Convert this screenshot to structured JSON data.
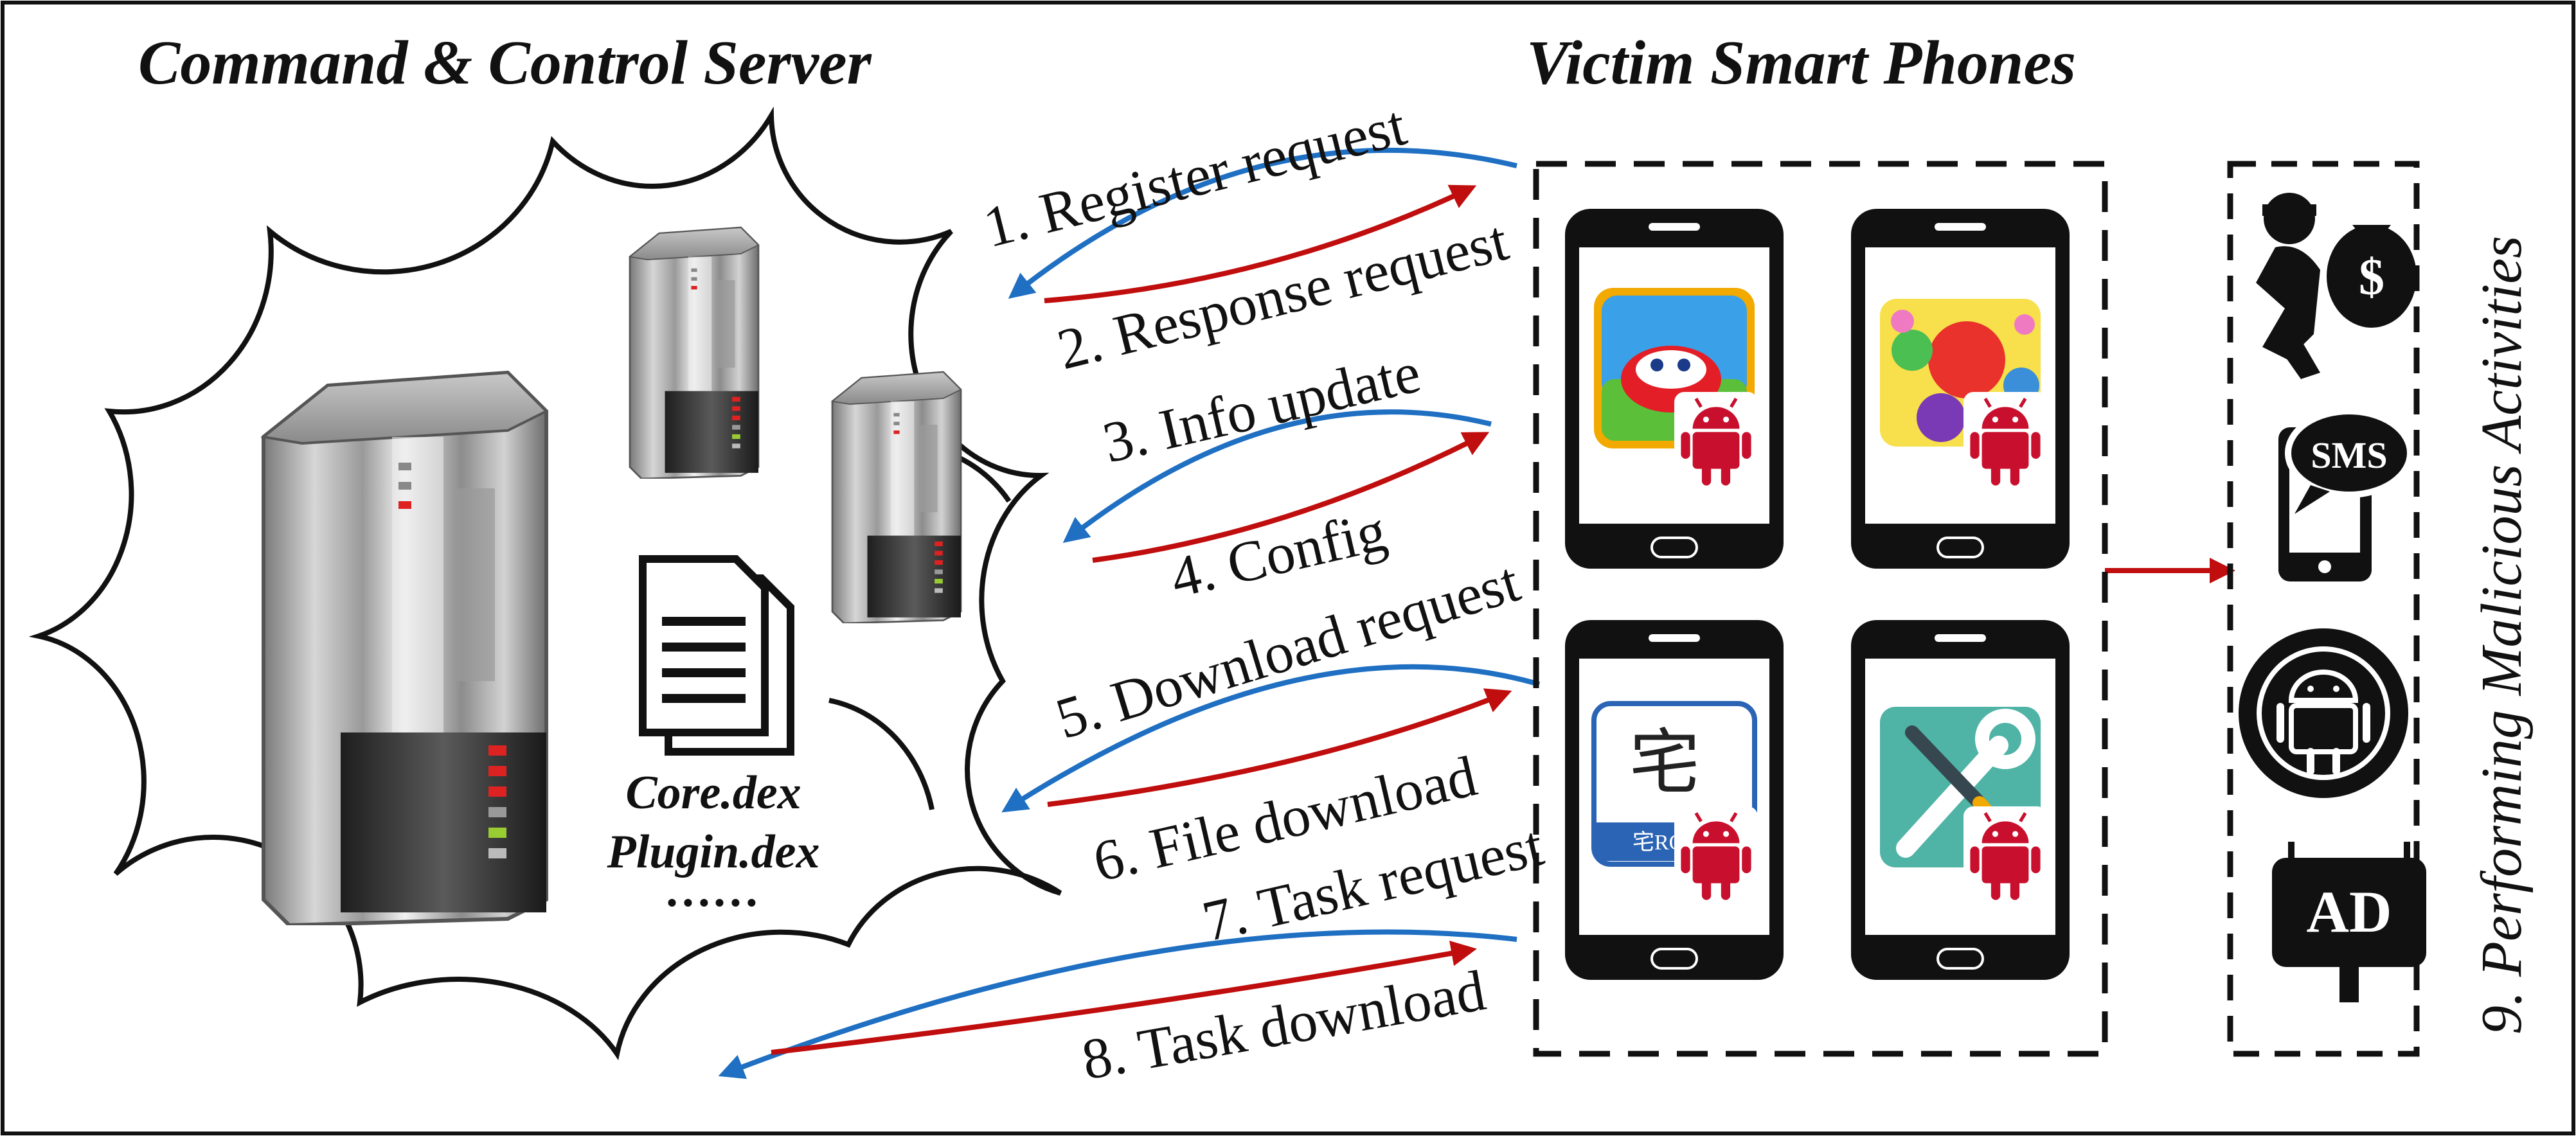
{
  "headers": {
    "server": "Command & Control Server",
    "phones": "Victim Smart Phones"
  },
  "files": {
    "core": "Core.dex",
    "plugin": "Plugin.dex",
    "more": "……"
  },
  "steps": [
    "1. Register request",
    "2. Response request",
    "3. Info update",
    "4. Config",
    "5. Download request",
    "6. File download",
    "7. Task request",
    "8. Task download"
  ],
  "malicious_label": "9. Performing Malicious Activities",
  "icons": {
    "sms": "SMS",
    "ad": "AD",
    "money": "$",
    "app3_char": "宅",
    "app3_sub": "宅RO"
  },
  "colors": {
    "request_arrow": "#1f6fc2",
    "response_arrow": "#c00d0d",
    "android": "#c8102e"
  }
}
